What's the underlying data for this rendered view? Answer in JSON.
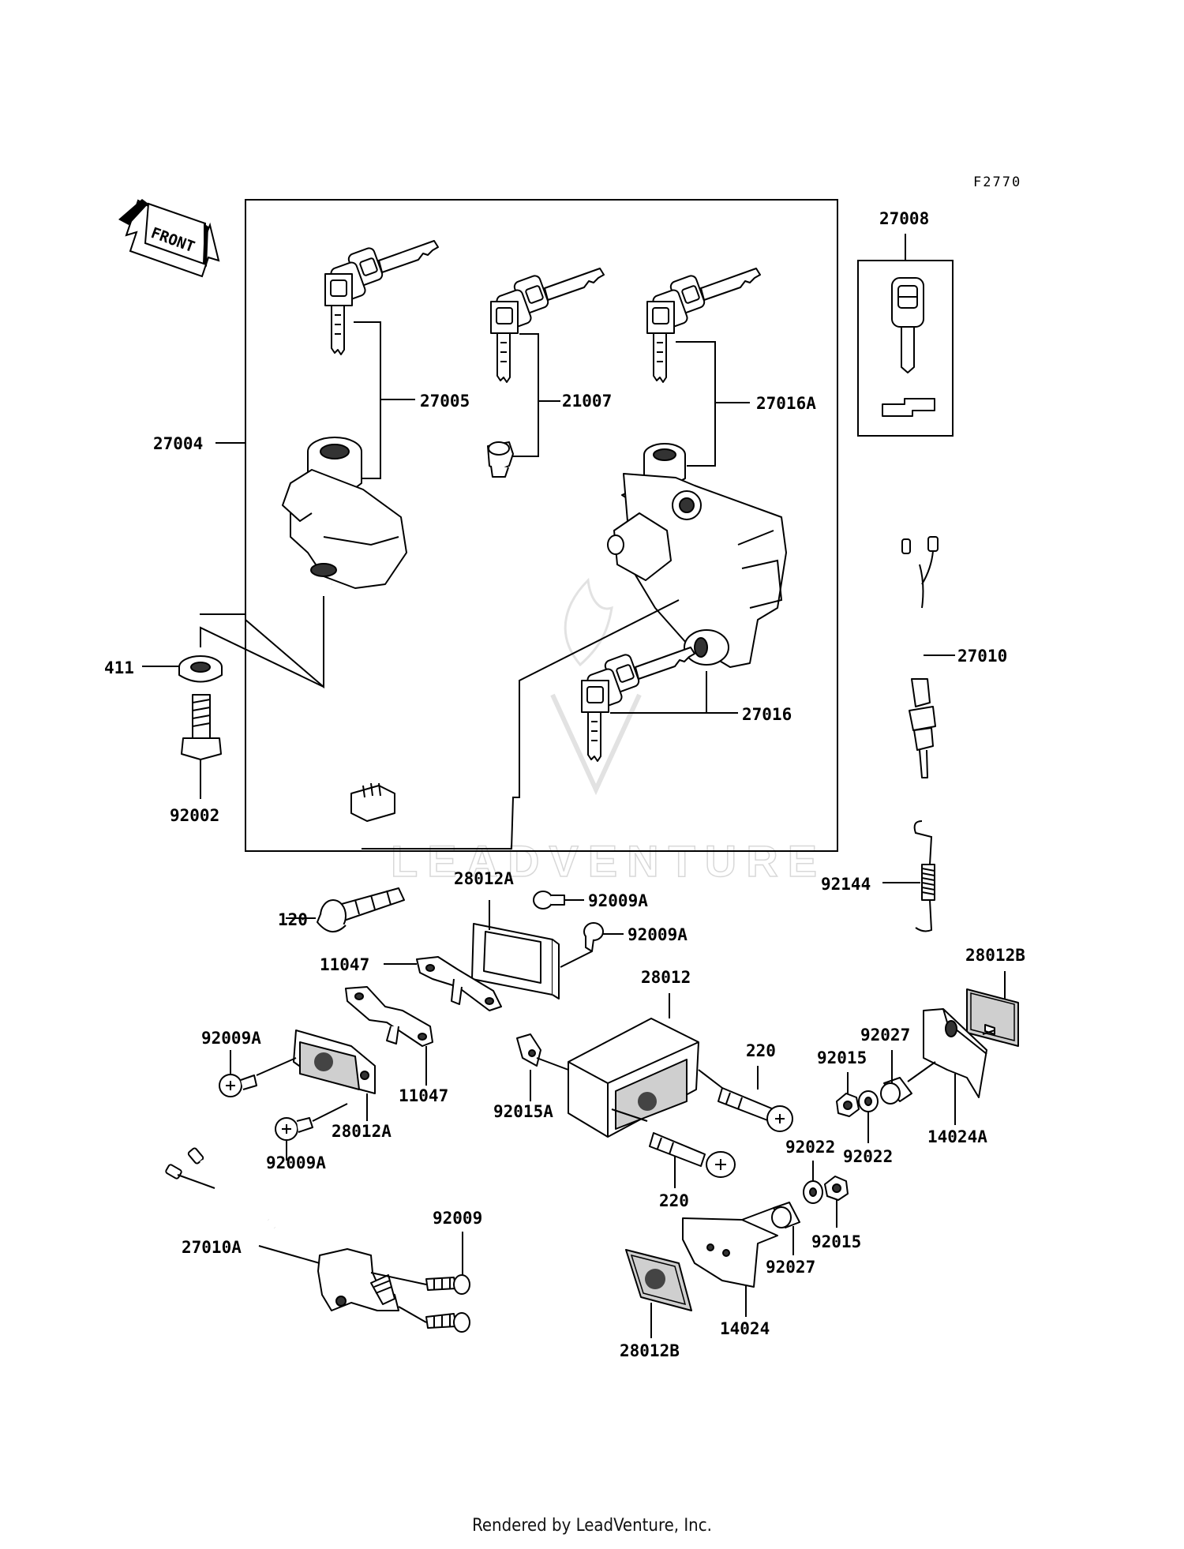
{
  "diagram_code": "F2770",
  "direction_arrow": {
    "text": "FRONT"
  },
  "watermark": "LEADVENTURE",
  "footer": "Rendered by LeadVenture, Inc.",
  "callouts": {
    "c27004": "27004",
    "c27005": "27005",
    "c21007": "21007",
    "c27016A": "27016A",
    "c27008": "27008",
    "c27010": "27010",
    "c27016": "27016",
    "c411": "411",
    "c92002": "92002",
    "c92144": "92144",
    "c120": "120",
    "c28012A_top": "28012A",
    "c92009A_1": "92009A",
    "c92009A_2": "92009A",
    "c11047_1": "11047",
    "c11047_2": "11047",
    "c92009A_3": "92009A",
    "c92009A_4": "92009A",
    "c28012A_bot": "28012A",
    "c28012": "28012",
    "c220_1": "220",
    "c220_2": "220",
    "c92015A": "92015A",
    "c28012B_1": "28012B",
    "c92027_1": "92027",
    "c92015_1": "92015",
    "c92022_1": "92022",
    "c14024A": "14024A",
    "c92022_2": "92022",
    "c92015_2": "92015",
    "c92027_2": "92027",
    "c14024": "14024",
    "c28012B_2": "28012B",
    "c92009": "92009",
    "c27010A": "27010A"
  }
}
